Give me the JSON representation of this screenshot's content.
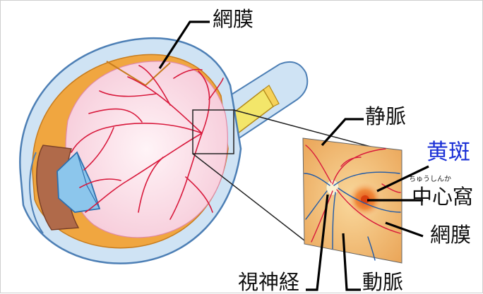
{
  "labels": {
    "retina_top": "網膜",
    "vein": "静脈",
    "macula": "黄斑",
    "fovea_reading": "ちゅうしんか",
    "fovea": "中心窩",
    "retina_right": "網膜",
    "optic_nerve": "視神経",
    "artery": "動脈"
  },
  "colors": {
    "sclera_blue": "#cfe3f4",
    "retina_orange": "#f0a640",
    "fundus_pink": "#fbe4ec",
    "vessel_red": "#d8193c",
    "vein_blue": "#1f5aa8",
    "lens_blue": "#8cc6ec",
    "macula_label": "#1a2fd6",
    "nerve_yellow": "#f3e66a",
    "inset_bg": "#f2b870"
  }
}
